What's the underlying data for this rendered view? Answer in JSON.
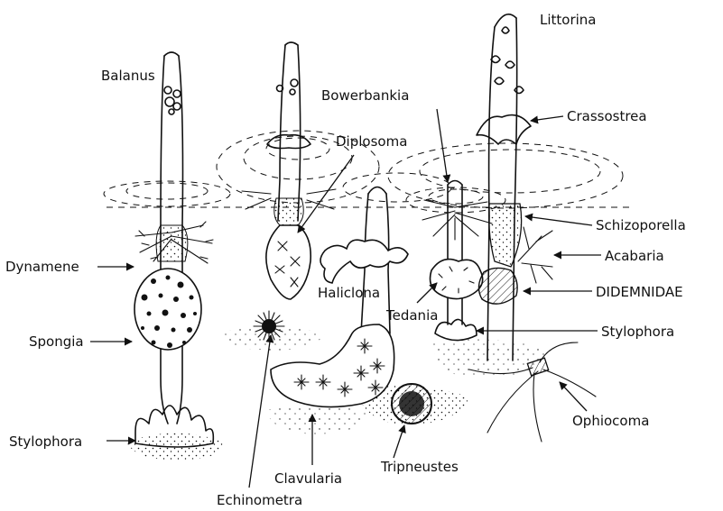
{
  "figure": {
    "labels": {
      "littorina": "Littorina",
      "balanus": "Balanus",
      "bowerbankia": "Bowerbankia",
      "crassostrea": "Crassostrea",
      "diplosoma": "Diplosoma",
      "schizoporella": "Schizoporella",
      "dynamene": "Dynamene",
      "acabaria": "Acabaria",
      "didemnidae": "DIDEMNIDAE",
      "haliclona": "Haliclona",
      "tedania": "Tedania",
      "spongia": "Spongia",
      "stylophora_right": "Stylophora",
      "stylophora_left": "Stylophora",
      "ophiocoma": "Ophiocoma",
      "clavularia": "Clavularia",
      "tripneustes": "Tripneustes",
      "echinometra": "Echinometra"
    }
  }
}
